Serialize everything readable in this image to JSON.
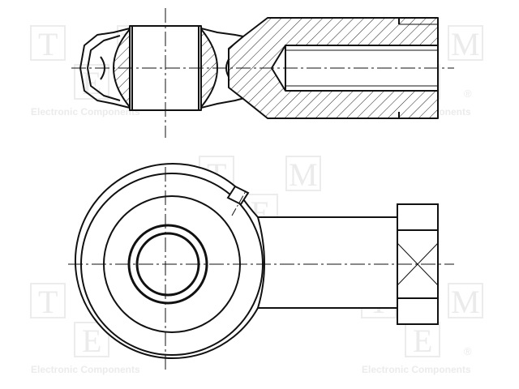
{
  "watermark": {
    "letters": [
      "T",
      "M",
      "E"
    ],
    "caption": "Electronic Components",
    "registered": "®"
  }
}
